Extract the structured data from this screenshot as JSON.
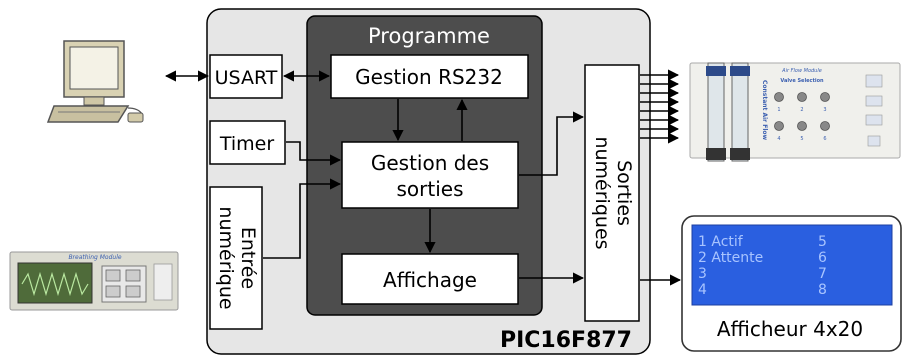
{
  "chip": {
    "label": "PIC16F877"
  },
  "programme": {
    "title": "Programme"
  },
  "blocks": {
    "usart": "USART",
    "gestion_rs232": "Gestion RS232",
    "timer": "Timer",
    "gestion_sorties_line1": "Gestion des",
    "gestion_sorties_line2": "sorties",
    "affichage": "Affichage",
    "entree_line1": "Entrée",
    "entree_line2": "numérique",
    "sorties_line1": "Sorties",
    "sorties_line2": "numériques"
  },
  "lcd": {
    "caption": "Afficheur 4x20",
    "rows": [
      {
        "left": "1 Actif",
        "right": "5"
      },
      {
        "left": "2 Attente",
        "right": "6"
      },
      {
        "left": "3",
        "right": "7"
      },
      {
        "left": "4",
        "right": "8"
      }
    ]
  },
  "breathing_module": {
    "title": "Breathing Module"
  },
  "airflow_module": {
    "title": "Air Flow Module",
    "side": "Constant Air Flow",
    "header": "Valve Selection",
    "buttons": [
      "1",
      "2",
      "3",
      "4",
      "5",
      "6"
    ]
  },
  "colors": {
    "chip_bg": "#e6e6e6",
    "programme_bg": "#4d4d4d",
    "lcd_bg": "#2a5fe0",
    "lcd_text": "#a8c4ff"
  }
}
